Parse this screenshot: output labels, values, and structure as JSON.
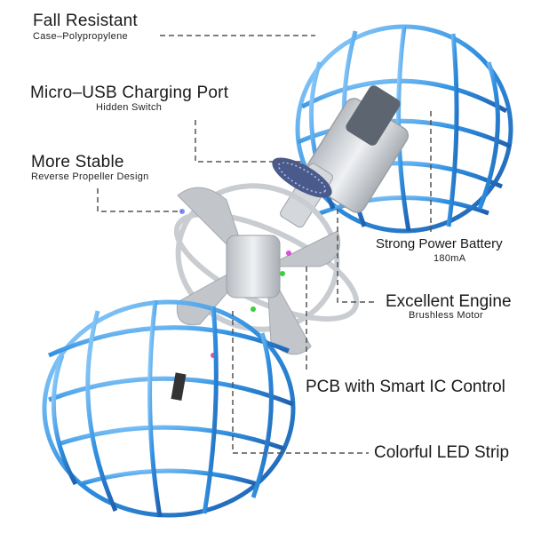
{
  "colors": {
    "shell_blue": "#2f8fe0",
    "shell_dark": "#1f5fae",
    "shell_light": "#9fd6ff",
    "frame_gray": "#c9cdd2",
    "line_gray": "#555555",
    "text": "#1a1a1a"
  },
  "callouts": {
    "fall_resistant": {
      "title": "Fall Resistant",
      "subtitle": "Case–Polypropylene"
    },
    "charging_port": {
      "title": "Micro–USB Charging Port",
      "subtitle": "Hidden Switch"
    },
    "more_stable": {
      "title": "More Stable",
      "subtitle": "Reverse Propeller Design"
    },
    "battery": {
      "title": "Strong Power Battery",
      "subtitle": "180mA"
    },
    "engine": {
      "title": "Excellent Engine",
      "subtitle": "Brushless Motor"
    },
    "pcb": {
      "title": "PCB with Smart IC Control"
    },
    "led": {
      "title": "Colorful LED Strip"
    }
  }
}
